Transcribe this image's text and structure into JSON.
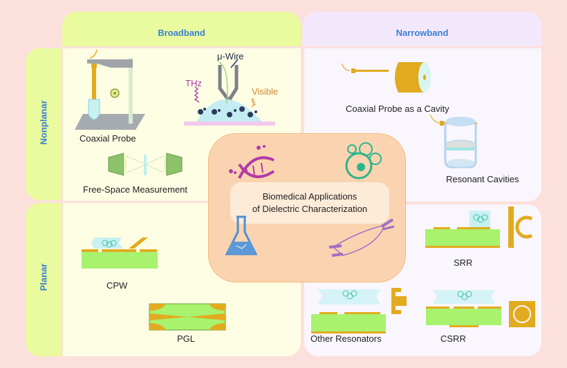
{
  "columns": {
    "broadband": {
      "title": "Broadband"
    },
    "narrowband": {
      "title": "Narrowband"
    }
  },
  "rows": {
    "nonplanar": {
      "title": "Nonplanar"
    },
    "planar": {
      "title": "Planar"
    }
  },
  "center": {
    "title_line1": "Biomedical Applications",
    "title_line2": "of Dielectric Characterization",
    "icons": [
      "dna-icon",
      "cells-icon",
      "flask-icon",
      "muscle-icon"
    ]
  },
  "broadband_nonplanar": {
    "coaxial_probe": {
      "label": "Coaxial Probe"
    },
    "microwire": {
      "label": "μ-Wire",
      "thz_label": "THz",
      "visible_label": "Visible"
    },
    "free_space": {
      "label": "Free-Space Measurement"
    }
  },
  "broadband_planar": {
    "cpw": {
      "label": "CPW"
    },
    "pgl": {
      "label": "PGL"
    }
  },
  "narrowband_nonplanar": {
    "coax_cavity": {
      "label": "Coaxial Probe as a Cavity"
    },
    "resonant_cavities": {
      "label": "Resonant Cavities"
    }
  },
  "narrowband_planar": {
    "srr": {
      "label": "SRR"
    },
    "other_resonators": {
      "label": "Other Resonators"
    },
    "csrr": {
      "label": "CSRR"
    }
  },
  "colors": {
    "background": "#fce0dc",
    "broadband": "#e9fb9e",
    "narrowband": "#f3e8fb",
    "title_blue": "#3b7fd0",
    "center": "#fad4b0",
    "gold": "#e2ab1f",
    "substrate_green": "#a8f26e"
  }
}
